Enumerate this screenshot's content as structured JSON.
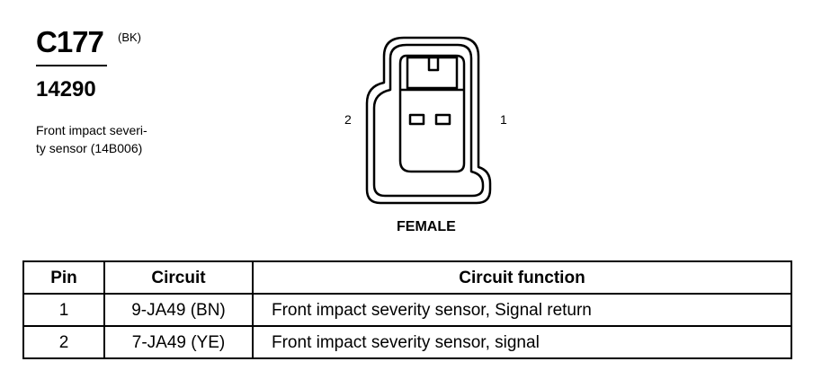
{
  "connector": {
    "id": "C177",
    "color": "(BK)",
    "part_number": "14290",
    "description_lines": [
      "Front impact severi-",
      "ty sensor (14B006)"
    ]
  },
  "figure": {
    "pin_left_label": "2",
    "pin_right_label": "1",
    "gender": "FEMALE"
  },
  "table": {
    "headers": [
      "Pin",
      "Circuit",
      "Circuit function"
    ],
    "rows": [
      {
        "pin": "1",
        "circuit": "9-JA49 (BN)",
        "function": "Front impact severity sensor, Signal return"
      },
      {
        "pin": "2",
        "circuit": "7-JA49 (YE)",
        "function": "Front impact severity sensor, signal"
      }
    ]
  }
}
